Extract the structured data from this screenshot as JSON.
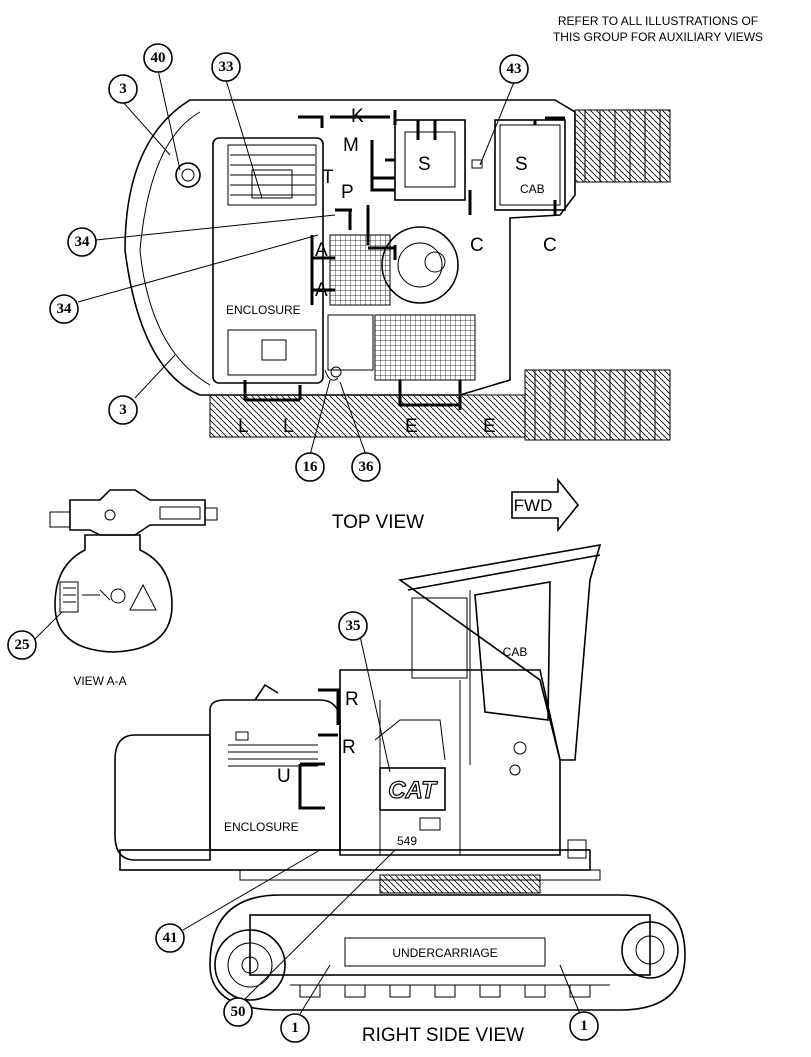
{
  "header_note": [
    "REFER TO ALL ILLUSTRATIONS OF",
    "THIS GROUP FOR AUXILIARY VIEWS"
  ],
  "views": {
    "top": "TOP VIEW",
    "section": "VIEW A-A",
    "right_side": "RIGHT SIDE VIEW",
    "forward": "FWD"
  },
  "component_labels": {
    "enclosure": "ENCLOSURE",
    "cab": "CAB",
    "undercarriage": "UNDERCARRIAGE",
    "cat_logo": "CAT",
    "model_number": "549"
  },
  "section_letters": {
    "K": "K",
    "M": "M",
    "T": "T",
    "P": "P",
    "S": "S",
    "C": "C",
    "A": "A",
    "L": "L",
    "E": "E",
    "R": "R",
    "U": "U"
  },
  "callouts": {
    "c40": "40",
    "c33": "33",
    "c43": "43",
    "c3": "3",
    "c34": "34",
    "c16": "16",
    "c36": "36",
    "c25": "25",
    "c35": "35",
    "c41": "41",
    "c50": "50",
    "c1": "1"
  }
}
